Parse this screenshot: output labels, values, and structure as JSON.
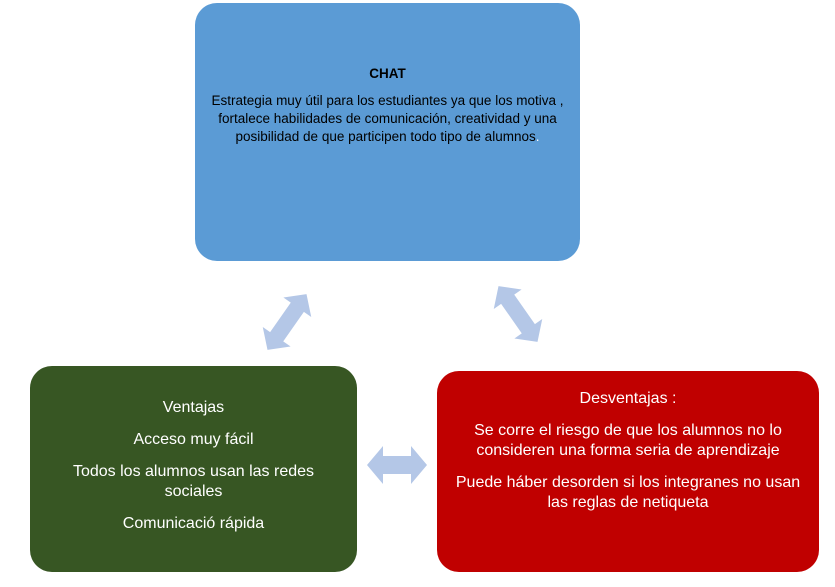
{
  "top_box": {
    "title": "CHAT",
    "body": "Estrategia muy útil para los estudiantes ya que los motiva , fortalece habilidades de comunicación, creatividad y una posibilidad de que participen todo tipo de alumnos",
    "trailing": ".",
    "color": "#5b9bd5"
  },
  "left_box": {
    "lines": [
      "Ventajas",
      "Acceso muy fácil",
      "Todos los alumnos  usan las redes sociales",
      "Comunicació rápida"
    ],
    "color": "#375623"
  },
  "right_box": {
    "title": "Desventajas :",
    "lines": [
      "Se corre el riesgo de que los alumnos no lo consideren una forma seria de aprendizaje",
      "Puede háber desorden si los integranes no usan las reglas de netiqueta"
    ],
    "color": "#c00000"
  },
  "arrow_color": "#b4c7e7"
}
